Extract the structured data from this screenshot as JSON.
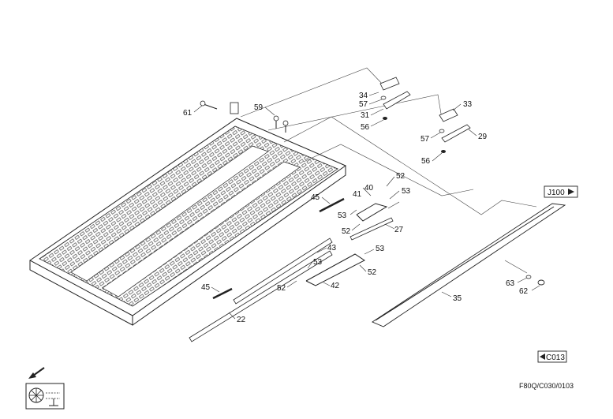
{
  "callouts": {
    "c61": "61",
    "c59": "59",
    "c34": "34",
    "c57a": "57",
    "c31": "31",
    "c56a": "56",
    "c33": "33",
    "c57b": "57",
    "c29": "29",
    "c56b": "56",
    "c52a": "52",
    "c40": "40",
    "c53a": "53",
    "c41": "41",
    "c53b": "53",
    "c52b": "52",
    "c27": "27",
    "c45a": "45",
    "c43": "43",
    "c53c": "53",
    "c53d": "53",
    "c52c": "52",
    "c52d": "52",
    "c42": "42",
    "c45b": "45",
    "c22": "22",
    "c35": "35",
    "c63": "63",
    "c62": "62"
  },
  "references": {
    "next_page": "J100",
    "prev_page": "C013"
  },
  "document_code": "F80Q/C030/0103"
}
